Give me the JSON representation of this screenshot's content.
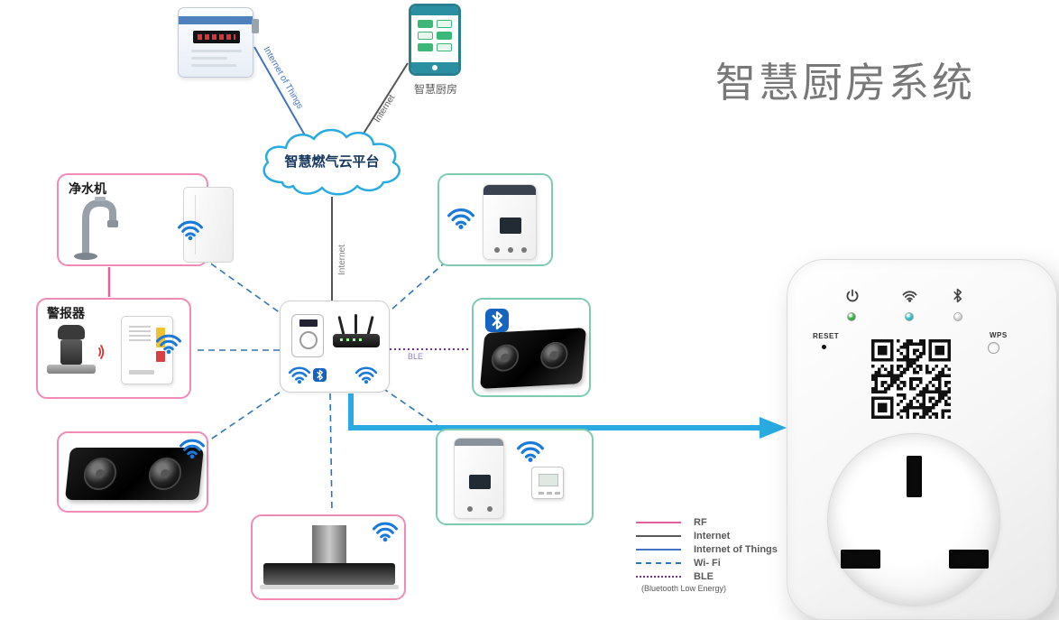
{
  "title": "智慧厨房系统",
  "cloud": {
    "label": "智慧燃气云平台"
  },
  "phone": {
    "app_label": "智慧厨房"
  },
  "connections": {
    "iot": "Internet of Things",
    "internet_phone": "Internet",
    "internet_router": "Internet",
    "ble": "BLE"
  },
  "device_boxes": {
    "water_purifier": "净水机",
    "alarm": "警报器"
  },
  "legend": {
    "items": [
      {
        "label": "RF",
        "style": "solid",
        "color": "#e060a0"
      },
      {
        "label": "Internet",
        "style": "solid",
        "color": "#595959"
      },
      {
        "label": "Internet of Things",
        "style": "solid",
        "color": "#4472c4"
      },
      {
        "label": "Wi- Fi",
        "style": "dashed",
        "color": "#2e75b6"
      },
      {
        "label": "BLE",
        "style": "dotted",
        "color": "#7030a0"
      }
    ],
    "note": "(Bluetooth Low Energy)"
  },
  "smart_plug": {
    "reset": "RESET",
    "wps": "WPS",
    "led_colors": {
      "power": "#3db54b",
      "wifi": "#35c4cf",
      "bluetooth": "#c8c8c8"
    }
  },
  "colors": {
    "arrow": "#29abe2",
    "cloud_outline": "#29abe2",
    "pink_box_border": "#f08ab6",
    "green_box_border": "#7ecbb0",
    "title_gray": "#787878"
  }
}
